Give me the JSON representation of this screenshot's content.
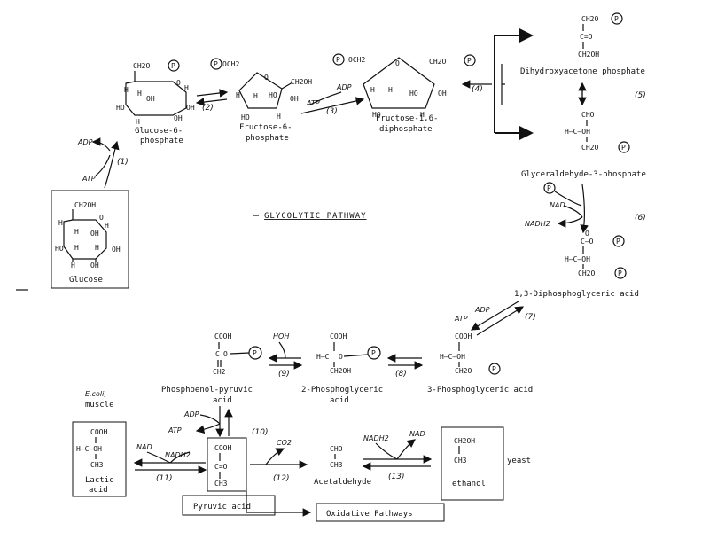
{
  "title": "GLYCOLYTIC PATHWAY",
  "compounds": {
    "glucose": "Glucose",
    "g6p": "Glucose-6-\nphosphate",
    "f6p": "Fructose-6-\nphosphate",
    "fbp": "Fructose-1,6-\ndiphosphate",
    "dhap": "Dihydroxyacetone phosphate",
    "gap": "Glyceraldehyde-3-phosphate",
    "bpg": "1,3-Diphosphoglyceric acid",
    "pg3": "3-Phosphoglyceric acid",
    "pg2": "2-Phosphoglyceric\nacid",
    "pep": "Phosphoenol-pyruvic\nacid",
    "pyruvate": "Pyruvic acid",
    "lactate": "Lactic\nacid",
    "acetaldehyde": "Acetaldehyde",
    "ethanol": "ethanol",
    "oxidative": "Oxidative Pathways"
  },
  "notes": {
    "ecoli": "E.coli,\nmuscle",
    "yeast": "yeast"
  },
  "cofactors": {
    "atp": "ATP",
    "adp": "ADP",
    "nad": "NAD",
    "nadh2": "NADH2",
    "h2o": "HOH",
    "co2": "CO2",
    "pi": "P"
  },
  "steps": [
    "(1)",
    "(2)",
    "(3)",
    "(4)",
    "(5)",
    "(6)",
    "(7)",
    "(8)",
    "(9)",
    "(10)",
    "(11)",
    "(12)",
    "(13)"
  ],
  "structure_text": {
    "ch2o": "CH2O",
    "ch2oh": "CH2OH",
    "och2": "OCH2",
    "oh": "OH",
    "ho": "HO",
    "h": "H",
    "o": "O",
    "cho": "CHO",
    "cooh": "COOH",
    "ceo": "C=O",
    "ch3": "CH3",
    "ch2": "CH2",
    "c": "C",
    "hcoh": "H—C—OH",
    "hc": "H—C",
    "cop": "C—O",
    "ch2oh_short": "CH2OH"
  },
  "colors": {
    "ink": "#111111",
    "paper": "#ffffff"
  }
}
